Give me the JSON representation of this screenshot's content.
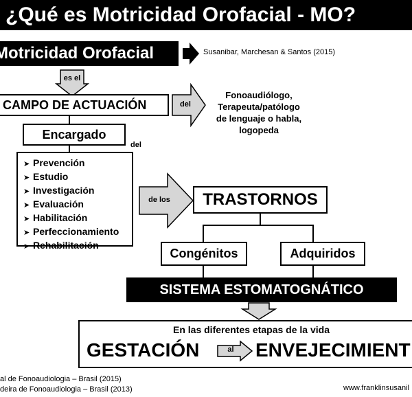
{
  "title": "¿Qué es Motricidad Orofacial - MO?",
  "mo_label": "Motricidad Orofacial",
  "authors": "Susanibar, Marchesan & Santos (2015)",
  "es_el": "es el",
  "campo": "CAMPO DE ACTUACIÓN",
  "del_1": "del",
  "professionals": [
    "Fonoaudiólogo,",
    "Terapeuta/patólogo",
    "de lenguaje o habla,",
    "logopeda"
  ],
  "encargado": "Encargado",
  "del_2": "del",
  "activities": [
    "Prevención",
    "Estudio",
    "Investigación",
    "Evaluación",
    "Habilitación",
    "Perfeccionamiento",
    "Rehabilitación"
  ],
  "de_los": "de los",
  "trastornos": "TRASTORNOS",
  "congenitos": "Congénitos",
  "adquiridos": "Adquiridos",
  "sistema": "SISTEMA ESTOMATOGNÁTICO",
  "etapas": "En las diferentes etapas de la vida",
  "gestacion": "GESTACIÓN",
  "al": "al",
  "envejecimiento": "ENVEJECIMIENT",
  "footer_1": "al de Fonoaudiologia – Brasil (2015)",
  "footer_2": "deira de Fonoaudiologia – Brasil  (2013)",
  "website": "www.franklinsusanil",
  "colors": {
    "arrow_fill": "#d6d6d6",
    "dark": "#000000"
  }
}
